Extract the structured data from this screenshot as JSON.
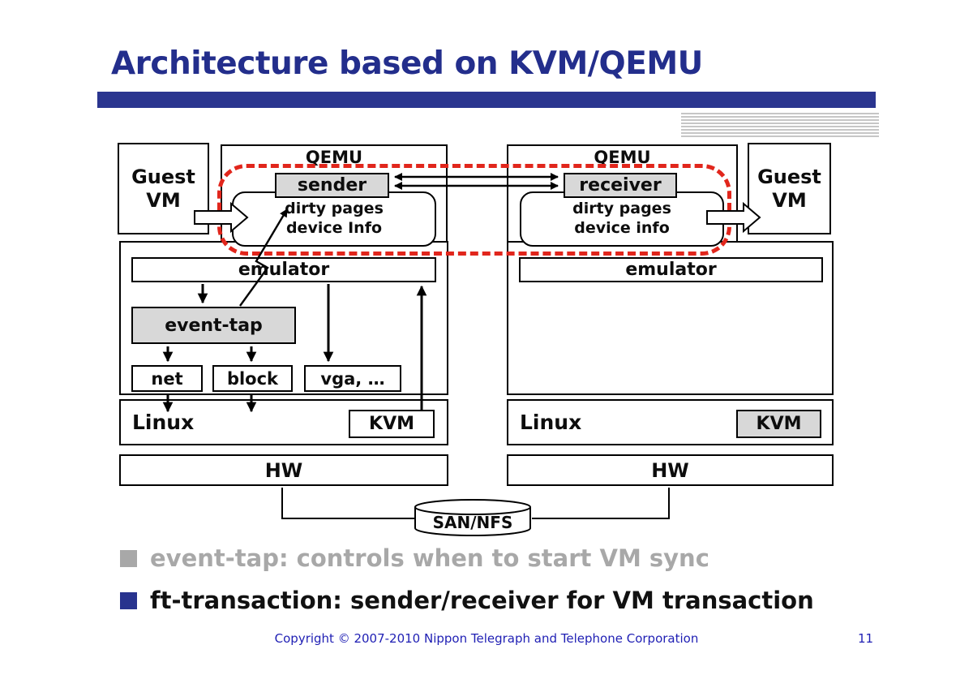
{
  "slide": {
    "title": "Architecture based on KVM/QEMU",
    "bullets": [
      {
        "label": "event-tap: controls when to start VM sync",
        "color": "#A8A8A8"
      },
      {
        "label": "ft-transaction: sender/receiver for VM transaction",
        "color": "#111111"
      }
    ],
    "footer": {
      "copyright": "Copyright © 2007-2010 Nippon Telegraph and Telephone Corporation",
      "page_number": "11"
    }
  },
  "diagram": {
    "left": {
      "guest_vm": "Guest VM",
      "qemu": "QEMU",
      "sender": "sender",
      "dirty_pages": "dirty pages",
      "device_info": "device Info",
      "emulator": "emulator",
      "event_tap": "event-tap",
      "net": "net",
      "block": "block",
      "vga": "vga, …",
      "linux": "Linux",
      "kvm": "KVM",
      "hw": "HW"
    },
    "right": {
      "guest_vm": "Guest VM",
      "qemu": "QEMU",
      "receiver": "receiver",
      "dirty_pages": "dirty pages",
      "device_info": "device info",
      "emulator": "emulator",
      "linux": "Linux",
      "kvm": "KVM",
      "hw": "HW"
    },
    "storage": "SAN/NFS"
  },
  "colors": {
    "accent_bar": "#2A358F",
    "title_text": "#232E8C",
    "highlight_dashed": "#E1261C",
    "box_fill_gray": "#D8D8D8",
    "bullet1_gray": "#A8A8A8",
    "bullet2_blue": "#28338E",
    "footer_blue": "#1F1FB4"
  }
}
